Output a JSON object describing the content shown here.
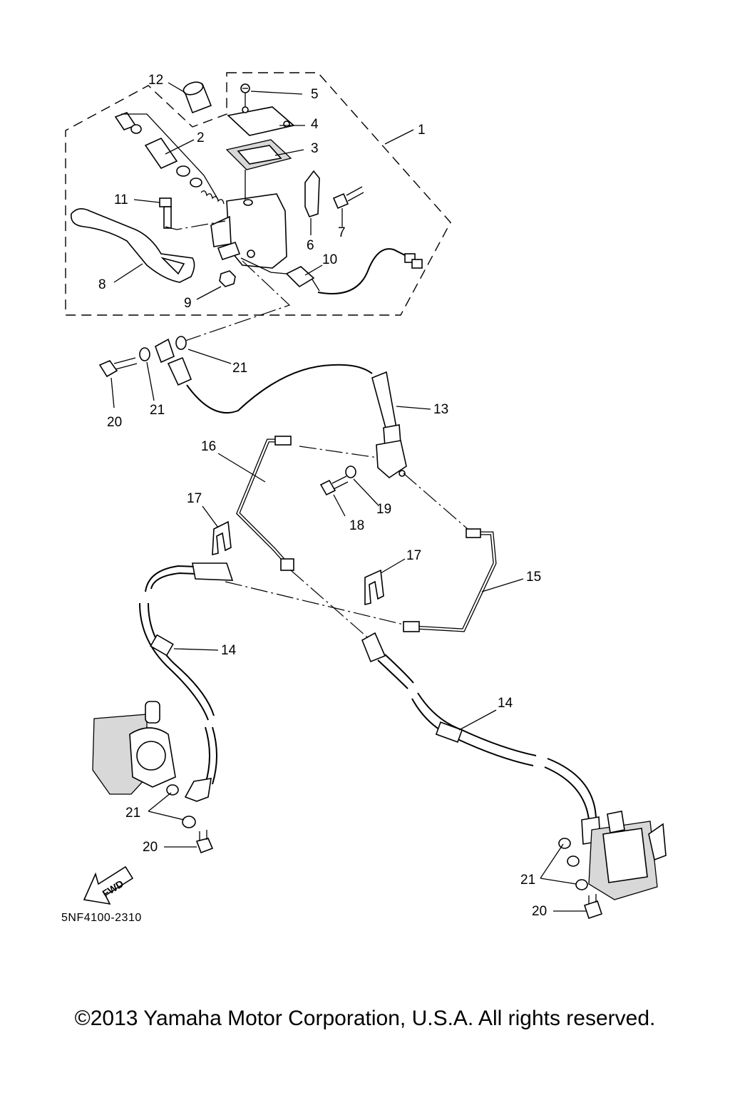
{
  "diagram": {
    "callouts": {
      "c1": "1",
      "c2": "2",
      "c3": "3",
      "c4": "4",
      "c5": "5",
      "c6": "6",
      "c7": "7",
      "c8": "8",
      "c9": "9",
      "c10": "10",
      "c11": "11",
      "c12": "12",
      "c13": "13",
      "c14a": "14",
      "c14b": "14",
      "c15": "15",
      "c16": "16",
      "c17a": "17",
      "c17b": "17",
      "c18": "18",
      "c19": "19",
      "c20a": "20",
      "c20b": "20",
      "c20c": "20",
      "c21a": "21",
      "c21b": "21",
      "c21c": "21",
      "c21d": "21"
    },
    "fwd_arrow": "FWD",
    "diagram_code": "5NF4100-2310"
  },
  "footer": {
    "copyright": "©2013 Yamaha Motor Corporation, U.S.A. All rights reserved."
  }
}
